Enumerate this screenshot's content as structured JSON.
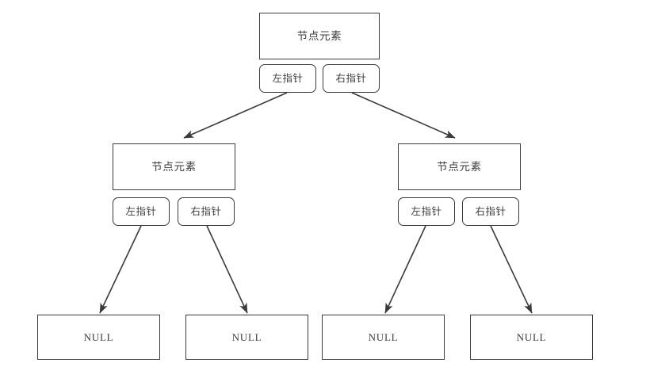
{
  "diagram": {
    "title": "binary-tree-node-structure",
    "colors": {
      "stroke": "#3a3a3a",
      "text": "#3d3d3d",
      "background": "#ffffff"
    },
    "labels": {
      "element": "节点元素",
      "left_pointer": "左指针",
      "right_pointer": "右指针",
      "null": "NULL"
    },
    "nodes": [
      {
        "id": "root",
        "element_label": "节点元素",
        "left_pointer_label": "左指针",
        "right_pointer_label": "右指针"
      },
      {
        "id": "left-child",
        "element_label": "节点元素",
        "left_pointer_label": "左指针",
        "right_pointer_label": "右指针"
      },
      {
        "id": "right-child",
        "element_label": "节点元素",
        "left_pointer_label": "左指针",
        "right_pointer_label": "右指针"
      }
    ],
    "leaves": [
      {
        "id": "null-1",
        "label": "NULL"
      },
      {
        "id": "null-2",
        "label": "NULL"
      },
      {
        "id": "null-3",
        "label": "NULL"
      },
      {
        "id": "null-4",
        "label": "NULL"
      }
    ],
    "edges": [
      {
        "from": "root-left-pointer",
        "to": "left-child"
      },
      {
        "from": "root-right-pointer",
        "to": "right-child"
      },
      {
        "from": "left-child-left-pointer",
        "to": "null-1"
      },
      {
        "from": "left-child-right-pointer",
        "to": "null-2"
      },
      {
        "from": "right-child-left-pointer",
        "to": "null-3"
      },
      {
        "from": "right-child-right-pointer",
        "to": "null-4"
      }
    ]
  }
}
